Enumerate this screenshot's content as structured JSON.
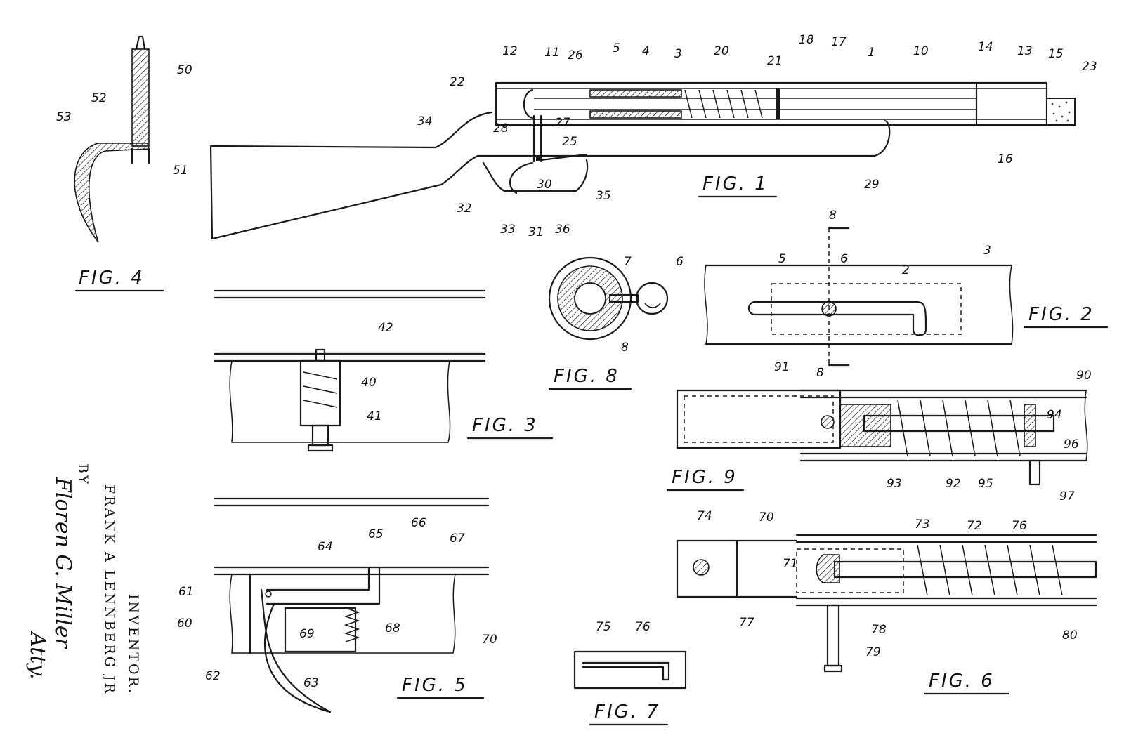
{
  "figures": {
    "fig1": {
      "title": "FIG. 1",
      "labels": [
        "12",
        "11",
        "26",
        "5",
        "4",
        "3",
        "20",
        "21",
        "18",
        "17",
        "1",
        "10",
        "14",
        "13",
        "15",
        "23",
        "22",
        "34",
        "28",
        "27",
        "25",
        "16",
        "29",
        "30",
        "35",
        "32",
        "33",
        "31",
        "36"
      ]
    },
    "fig2": {
      "title": "FIG. 2",
      "labels": [
        "8",
        "5",
        "6",
        "2",
        "3",
        "8"
      ]
    },
    "fig3": {
      "title": "FIG. 3",
      "labels": [
        "42",
        "40",
        "41"
      ]
    },
    "fig4": {
      "title": "FIG. 4",
      "labels": [
        "50",
        "52",
        "53",
        "51"
      ]
    },
    "fig5": {
      "title": "FIG. 5",
      "labels": [
        "65",
        "66",
        "64",
        "67",
        "61",
        "60",
        "69",
        "68",
        "70",
        "62",
        "63"
      ]
    },
    "fig6": {
      "title": "FIG. 6",
      "labels": [
        "74",
        "70",
        "73",
        "72",
        "76",
        "71",
        "77",
        "78",
        "80",
        "79"
      ]
    },
    "fig7": {
      "title": "FIG. 7",
      "labels": [
        "75",
        "76"
      ]
    },
    "fig8": {
      "title": "FIG. 8",
      "labels": [
        "7",
        "6",
        "8"
      ]
    },
    "fig9": {
      "title": "FIG. 9",
      "labels": [
        "91",
        "90",
        "94",
        "96",
        "93",
        "92",
        "95",
        "97"
      ]
    }
  },
  "inventor": {
    "heading": "INVENTOR.",
    "name": "FRANK A LENNBERG JR",
    "by": "BY",
    "attorney_signature": "Floren G. Miller",
    "attorney_title": "Atty."
  }
}
